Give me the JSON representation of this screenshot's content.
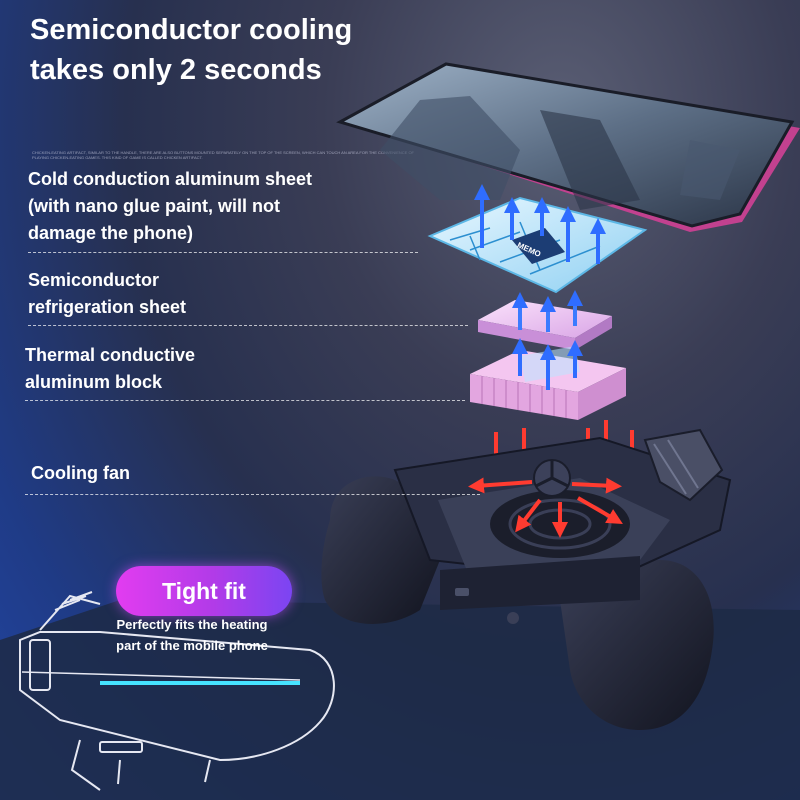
{
  "headline": {
    "line1": "Semiconductor cooling",
    "line2": "takes only 2 seconds"
  },
  "fine_print": "CHICKEN-EATING ARTIFACT, SIMILAR TO THE HANDLE, THERE ARE ALSO BUTTONS MOUNTED SEPARATELY ON THE TOP OF THE SCREEN, WHICH CAN TOUCH AN AREA FOR THE CONVENIENCE OF PLAYING CHICKEN-EATING GAMES. THIS KIND OF GAME IS CALLED CHICKEN ARTIFACT.",
  "callouts": {
    "cold_sheet": {
      "line1": "Cold conduction aluminum sheet",
      "line2": "(with nano glue paint, will not",
      "line3": "damage the phone)"
    },
    "refrigeration_sheet": {
      "line1": "Semiconductor",
      "line2": "refrigeration sheet"
    },
    "thermal_block": {
      "line1": "Thermal conductive",
      "line2": "aluminum block"
    },
    "cooling_fan": {
      "line1": "Cooling fan"
    }
  },
  "chip_logo": "MEMO",
  "tight_fit": {
    "label": "Tight fit",
    "caption_line1": "Perfectly fits the heating",
    "caption_line2": "part of the mobile phone"
  },
  "colors": {
    "pill_start": "#e23cf0",
    "pill_end": "#7b45f2",
    "arrow_cold": "#2f6dff",
    "arrow_hot": "#ff3b30",
    "accent_cyan": "#46e3ff"
  }
}
